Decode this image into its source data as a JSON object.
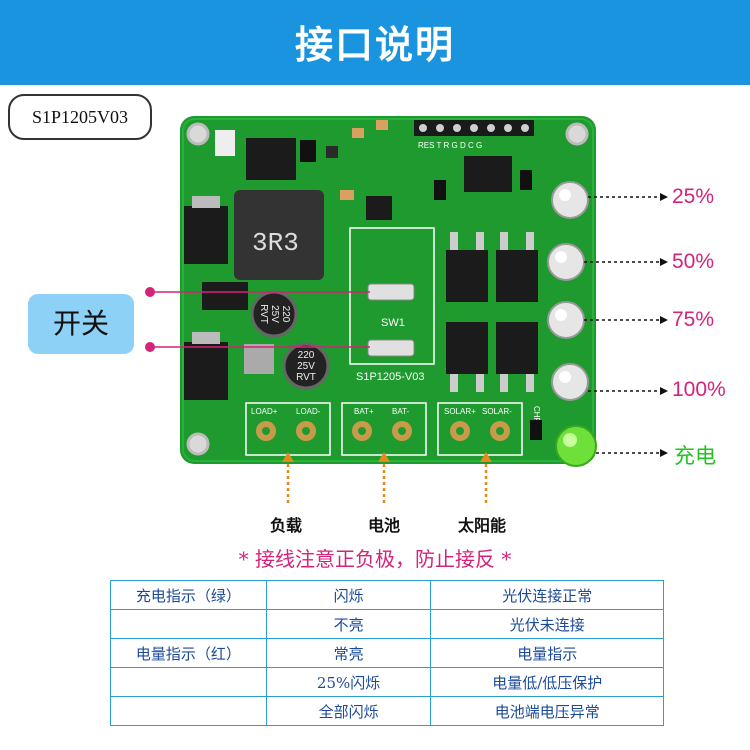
{
  "header": {
    "title": "接口说明"
  },
  "model": "S1P1205V03",
  "board": {
    "inductor_label": "3R3",
    "cap1": [
      "220",
      "25V",
      "RVT"
    ],
    "cap2": [
      "220",
      "25V",
      "RVT"
    ],
    "sw_label": "SW1",
    "board_name": "S1P1205-V03",
    "header_pins": "RES T R G D C G",
    "terminals": [
      "LOAD+",
      "LOAD-",
      "BAT+",
      "BAT-",
      "SOLAR+",
      "SOLAR-"
    ],
    "chr": "CHR"
  },
  "indicators": [
    {
      "label": "25%",
      "color": "#d4237a"
    },
    {
      "label": "50%",
      "color": "#d4237a"
    },
    {
      "label": "75%",
      "color": "#d4237a"
    },
    {
      "label": "100%",
      "color": "#d4237a"
    },
    {
      "label": "充电",
      "color": "#22c422"
    }
  ],
  "switch_label": "开关",
  "terminals_labels": {
    "load": "负载",
    "battery": "电池",
    "solar": "太阳能"
  },
  "warning": "* 接线注意正负极，防止接反 *",
  "table": {
    "rows": [
      [
        "充电指示（绿）",
        "闪烁",
        "光伏连接正常"
      ],
      [
        "",
        "不亮",
        "光伏未连接"
      ],
      [
        "电量指示（红）",
        "常亮",
        "电量指示"
      ],
      [
        "",
        "25%闪烁",
        "电量低/低压保护"
      ],
      [
        "",
        "全部闪烁",
        "电池端电压异常"
      ]
    ]
  },
  "colors": {
    "header": "#1a94de",
    "pcb": "#1e9a2e",
    "accent": "#d4237a",
    "green_led": "#22c422",
    "table_border": "#2a9fd6"
  }
}
